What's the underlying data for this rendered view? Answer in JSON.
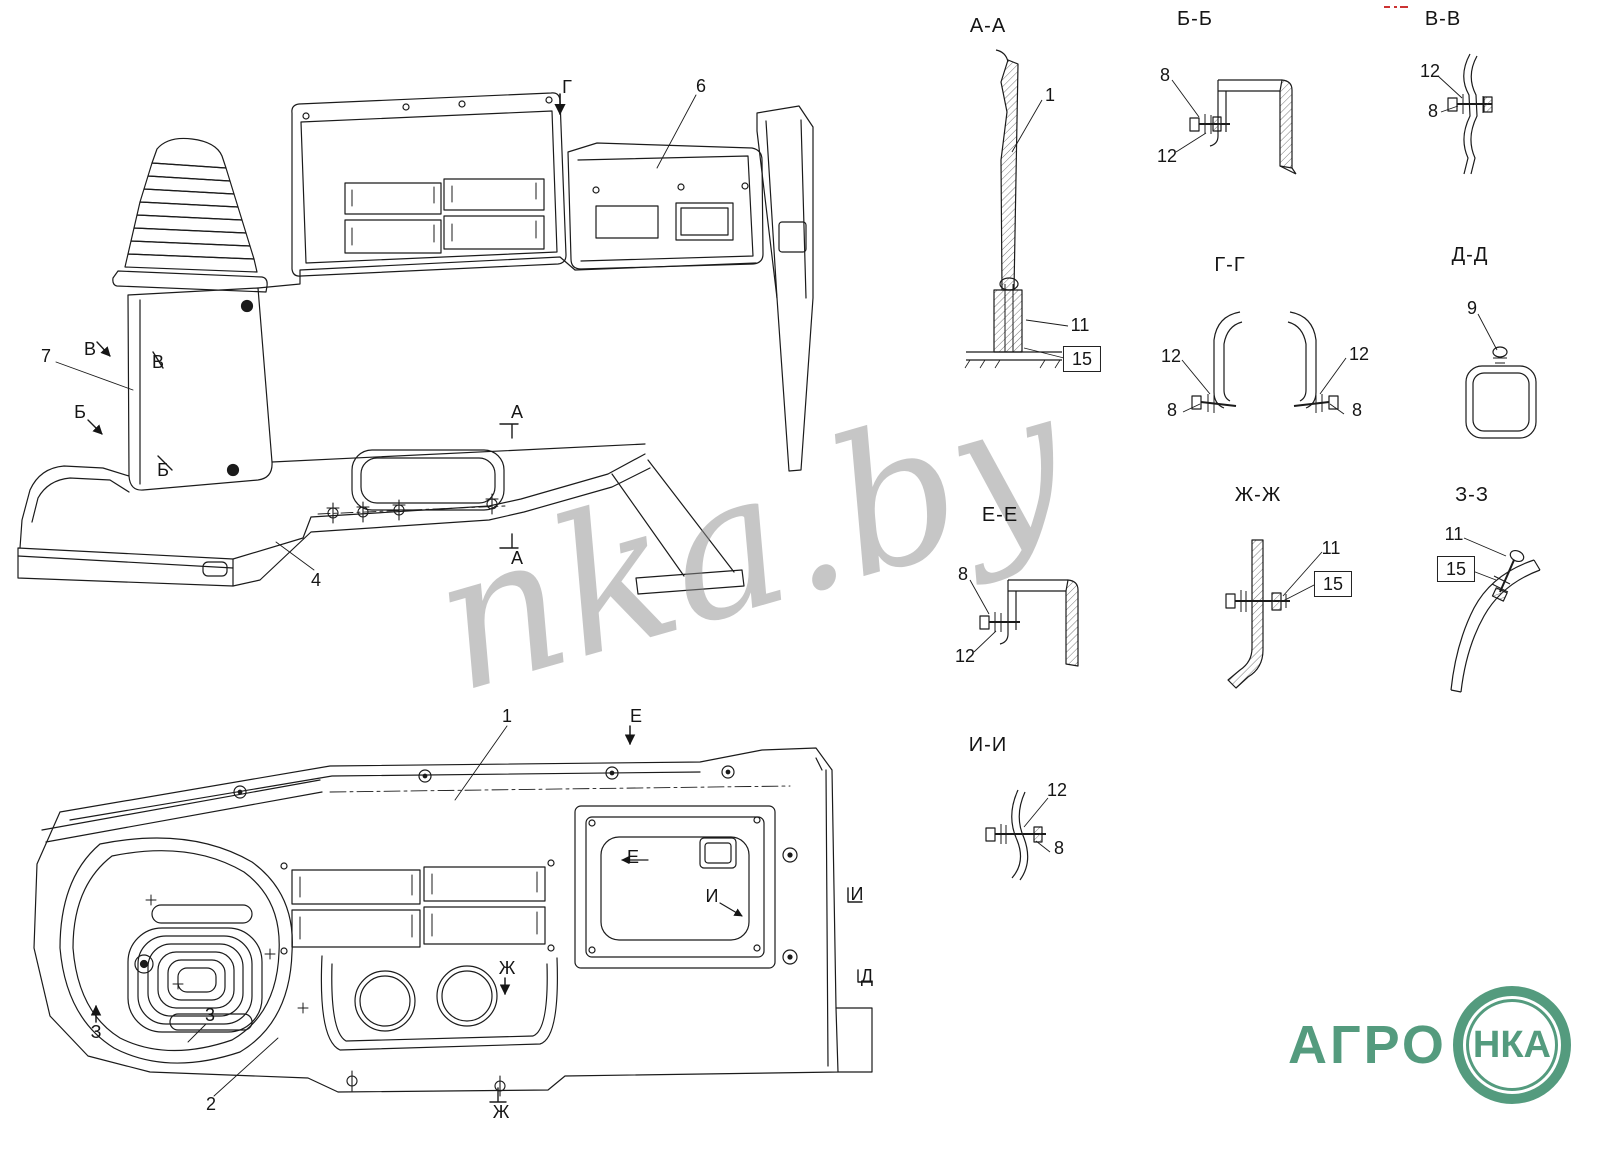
{
  "watermark": "nka.by",
  "logo": {
    "left_text": "АГРО",
    "circle_text": "НКА",
    "green": "#3d8e6d"
  },
  "side_view": {
    "marker_g": "Г",
    "callout_6": "6",
    "callout_7": "7",
    "marker_v_outer": "В",
    "marker_v_inner": "В",
    "marker_b_outer": "Б",
    "marker_b_inner": "Б",
    "marker_a_top": "А",
    "marker_a_bottom": "А",
    "callout_4": "4"
  },
  "plan_view": {
    "callout_1": "1",
    "marker_e_top": "Е",
    "marker_e_inner": "Е",
    "marker_zh_top": "Ж",
    "marker_zh_bottom": "Ж",
    "marker_i_left": "И",
    "marker_i_right": "И",
    "marker_d": "Д",
    "marker_z": "З",
    "callout_3": "3",
    "callout_2": "2"
  },
  "sections": {
    "aa": {
      "title": "А-А",
      "callout_1": "1",
      "callout_11": "11",
      "callout_15": "15"
    },
    "bb": {
      "title": "Б-Б",
      "callout_8": "8",
      "callout_12": "12"
    },
    "vv": {
      "title": "В-В",
      "callout_12": "12",
      "callout_8": "8"
    },
    "gg": {
      "title": "Г-Г",
      "callout_12_left": "12",
      "callout_8_left": "8",
      "callout_12_right": "12",
      "callout_8_right": "8"
    },
    "dd": {
      "title": "Д-Д",
      "callout_9": "9"
    },
    "ee": {
      "title": "Е-Е",
      "callout_8": "8",
      "callout_12": "12"
    },
    "zhzh": {
      "title": "Ж-Ж",
      "callout_11": "11",
      "callout_15": "15"
    },
    "zz": {
      "title": "З-З",
      "callout_11": "11",
      "callout_15": "15"
    },
    "ii": {
      "title": "И-И",
      "callout_12": "12",
      "callout_8": "8"
    }
  }
}
